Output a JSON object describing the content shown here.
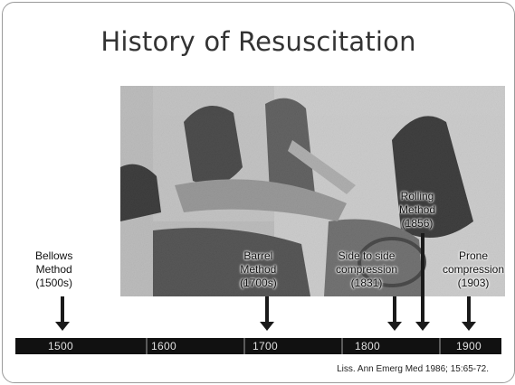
{
  "slide": {
    "title": "History of Resuscitation",
    "citation": "Liss. Ann Emerg Med 1986; 15:65-72."
  },
  "events": [
    {
      "line1": "Bellows",
      "line2": "Method",
      "line3": "(1500s)"
    },
    {
      "line1": "Barrel",
      "line2": "Method",
      "line3": "(1700s)"
    },
    {
      "line1": "Side to side",
      "line2": "compression",
      "line3": "(1831)"
    },
    {
      "line1": "Rolling",
      "line2": "Method",
      "line3": "(1856)"
    },
    {
      "line1": "Prone",
      "line2": "compression",
      "line3": "(1903)"
    }
  ],
  "timeline": {
    "ticks": [
      "1500",
      "1600",
      "1700",
      "1800",
      "1900"
    ]
  }
}
